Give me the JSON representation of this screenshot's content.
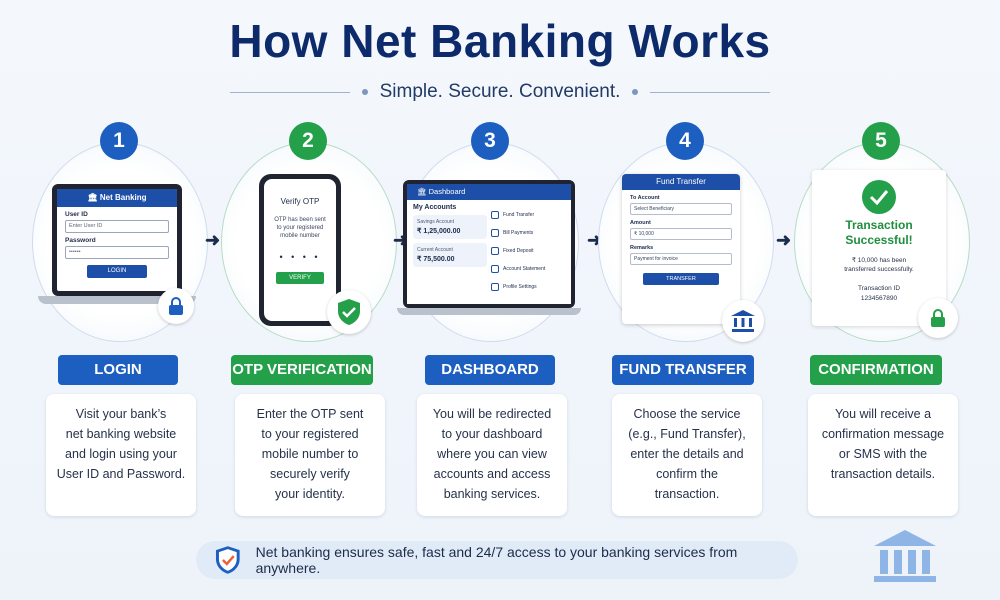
{
  "title": "How Net Banking Works",
  "subtitle": "Simple. Secure. Convenient.",
  "colors": {
    "blue": "#1d5fc0",
    "green": "#23a049",
    "navy": "#0d2a6b"
  },
  "steps": [
    {
      "number": "1",
      "label": "LOGIN",
      "description": "Visit your bank’s\nnet banking website\nand login using your\nUser ID and Password.",
      "screen": {
        "header": "Net Banking",
        "user_id_label": "User ID",
        "user_id_placeholder": "Enter User ID",
        "password_label": "Password",
        "password_value": "••••••",
        "button": "LOGIN"
      }
    },
    {
      "number": "2",
      "label": "OTP VERIFICATION",
      "description": "Enter the OTP sent\nto your registered\nmobile number to\nsecurely verify\nyour identity.",
      "screen": {
        "title": "Verify OTP",
        "text": "OTP has been sent\nto your registered\nmobile number",
        "otp": "• • • •",
        "button": "VERIFY"
      }
    },
    {
      "number": "3",
      "label": "DASHBOARD",
      "description": "You will be redirected\nto your dashboard\nwhere you can view\naccounts and access\nbanking services.",
      "screen": {
        "header": "Dashboard",
        "accounts_heading": "My Accounts",
        "accounts": [
          {
            "name": "Savings Account",
            "balance": "₹ 1,25,000.00"
          },
          {
            "name": "Current Account",
            "balance": "₹ 75,500.00"
          }
        ],
        "menu": [
          "Fund Transfer",
          "Bill Payments",
          "Fixed Deposit",
          "Account Statement",
          "Profile Settings"
        ]
      }
    },
    {
      "number": "4",
      "label": "FUND TRANSFER",
      "description": "Choose the service\n(e.g., Fund Transfer),\nenter the details and\nconfirm the\ntransaction.",
      "screen": {
        "header": "Fund Transfer",
        "to_label": "To Account",
        "to_value": "Select Beneficiary",
        "amount_label": "Amount",
        "amount_value": "₹ 10,000",
        "remarks_label": "Remarks",
        "remarks_value": "Payment for invoice",
        "button": "TRANSFER"
      }
    },
    {
      "number": "5",
      "label": "CONFIRMATION",
      "description": "You will receive a\nconfirmation message\nor SMS with the\ntransaction details.",
      "screen": {
        "title": "Transaction\nSuccessful!",
        "text": "₹ 10,000 has been\ntransferred successfully.",
        "txn_label": "Transaction ID",
        "txn_id": "1234567890"
      }
    }
  ],
  "footer": "Net banking ensures safe, fast and 24/7 access to your banking services from anywhere.",
  "icons": [
    "bank-icon",
    "lock-icon",
    "shield-check-icon",
    "check-icon",
    "arrow-right-icon"
  ]
}
